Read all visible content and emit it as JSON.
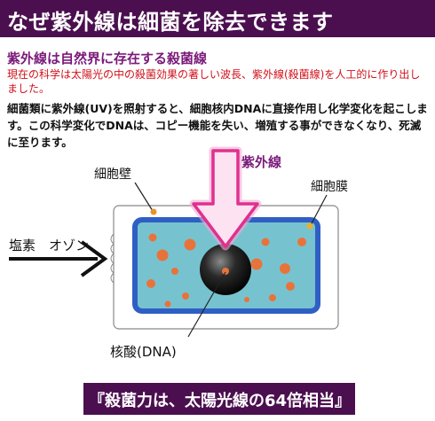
{
  "header": {
    "title": "なぜ紫外線は細菌を除去できます"
  },
  "section": {
    "subtitle": "紫外線は自然界に存在する殺菌線",
    "red_text": "現在の科学は太陽光の中の殺菌効果の著しい波長、紫外線(殺菌線)を人工的に作り出しました。",
    "body_text": "細菌類に紫外線(UV)を照射すると、細胞核内DNAに直接作用し化学変化を起こします。この科学変化でDNAは、コピー機能を失い、増殖する事ができなくなり、死滅に至ります。"
  },
  "diagram": {
    "uv_label": "紫外線",
    "cell_wall_label": "細胞壁",
    "cell_membrane_label": "細胞膜",
    "ozone_label": "塩素　オゾン",
    "dna_label": "核酸(DNA)",
    "colors": {
      "uv_pink": "#e0308f",
      "membrane_blue": "#2f5fc4",
      "cytoplasm": "#76c3cf",
      "particle": "#e8733a",
      "nucleus": "#151515"
    }
  },
  "footer": {
    "text": "『殺菌力は、太陽光線の64倍相当』"
  }
}
